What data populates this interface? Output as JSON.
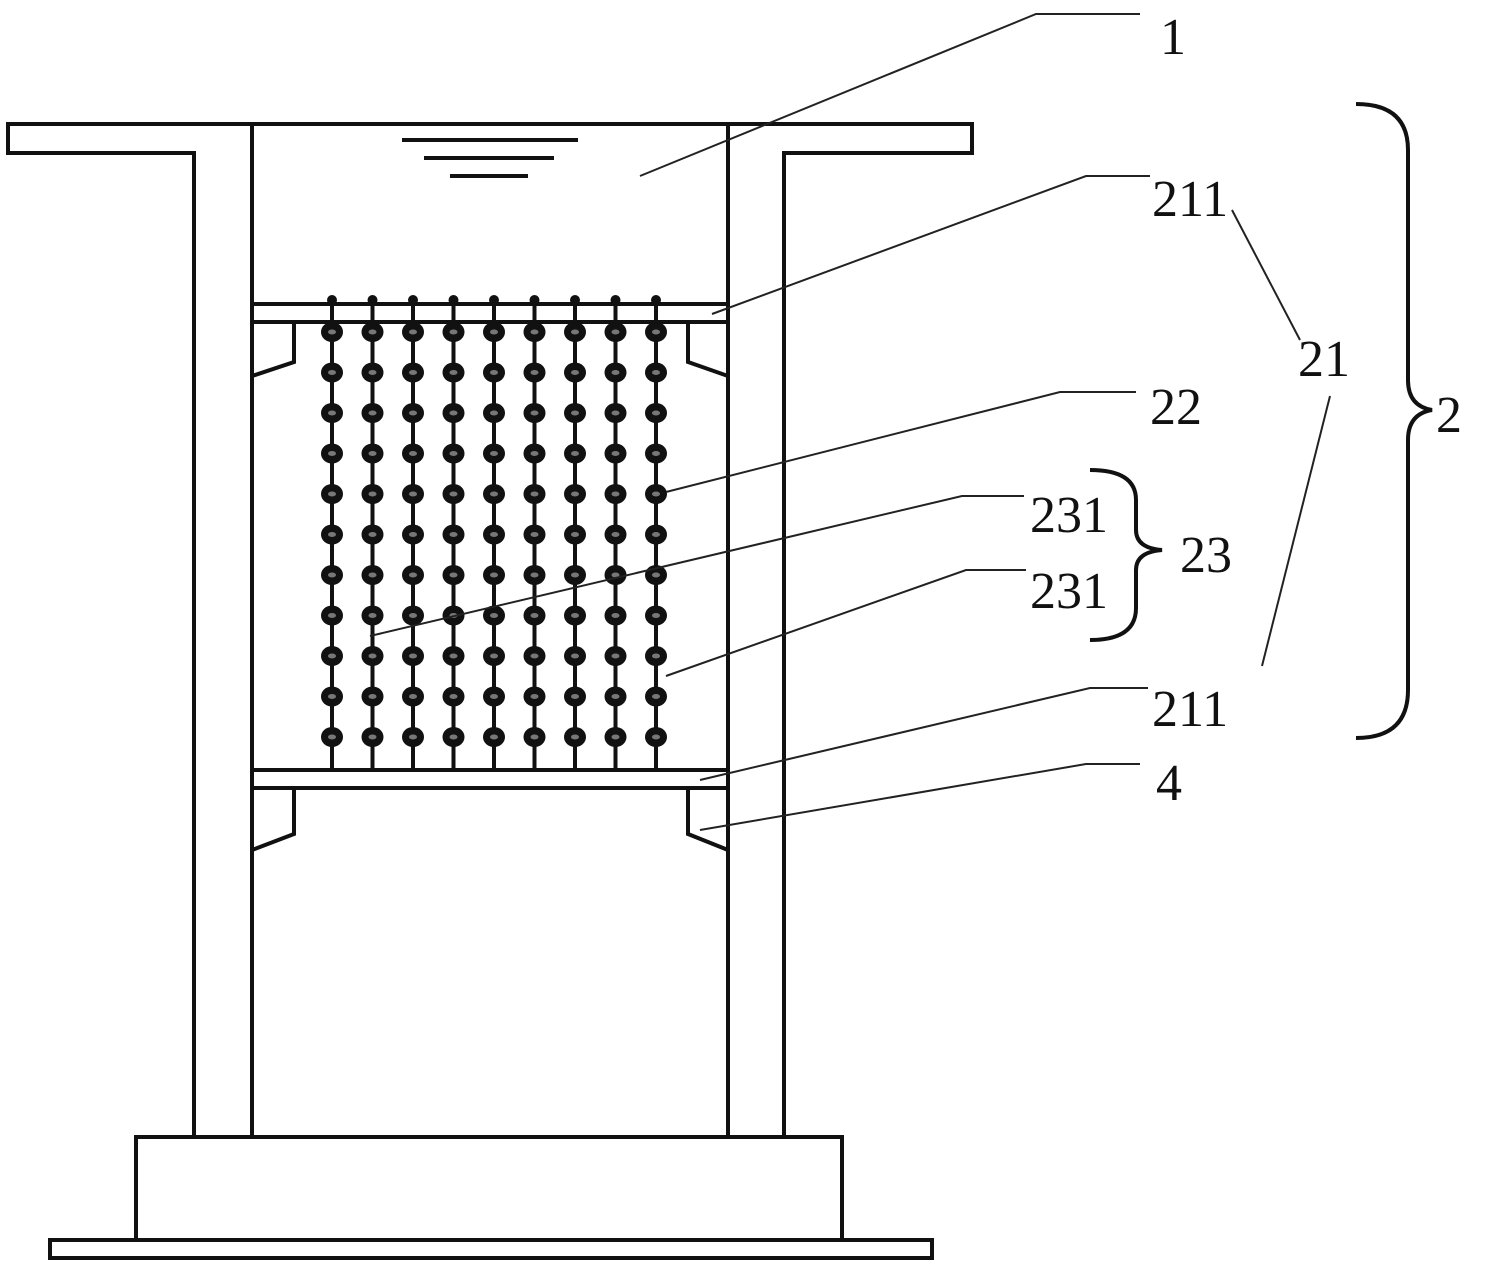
{
  "colors": {
    "ink": "#111111",
    "background": "#ffffff"
  },
  "labels": {
    "part_1": "1",
    "part_211_top": "211",
    "part_21": "21",
    "part_2": "2",
    "part_22": "22",
    "part_231_upper": "231",
    "part_23": "23",
    "part_231_lower": "231",
    "part_211_bottom": "211",
    "part_4": "4"
  },
  "wire_columns": 9,
  "bead_rows": 11
}
